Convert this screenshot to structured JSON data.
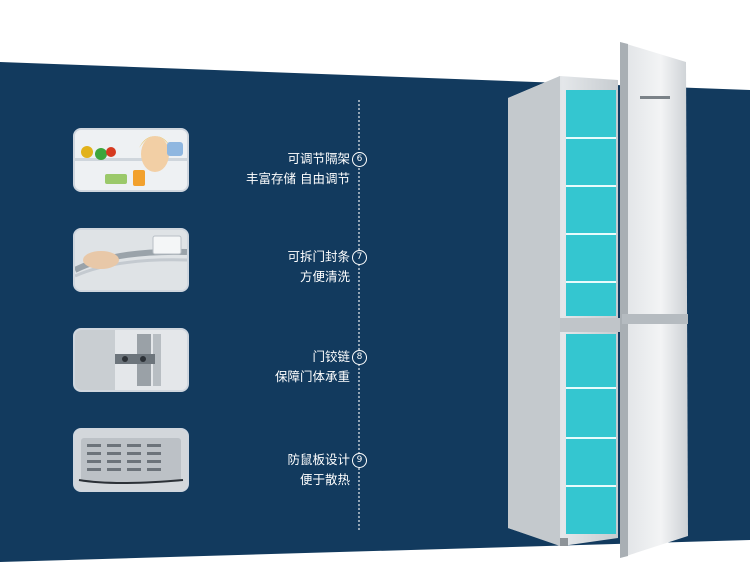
{
  "colors": {
    "background": "#ffffff",
    "panel": "#123a5e",
    "text": "#ffffff",
    "fridge_body": "#d9dde1",
    "fridge_interior": "#34c6d0"
  },
  "features": [
    {
      "number": "6",
      "title": "可调节隔架",
      "subtitle": "丰富存储 自由调节",
      "icon": "adjustable-shelf-photo"
    },
    {
      "number": "7",
      "title": "可拆门封条",
      "subtitle": "方便清洗",
      "icon": "removable-door-seal-photo"
    },
    {
      "number": "8",
      "title": "门铰链",
      "subtitle": "保障门体承重",
      "icon": "door-hinge-photo"
    },
    {
      "number": "9",
      "title": "防鼠板设计",
      "subtitle": "便于散热",
      "icon": "rat-proof-plate-photo"
    }
  ],
  "product": {
    "icon": "open-refrigerator-image"
  }
}
